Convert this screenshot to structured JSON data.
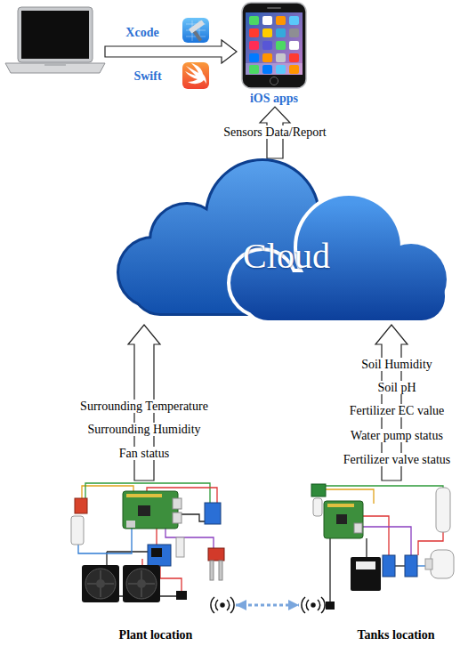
{
  "diagram": {
    "nodes": [
      {
        "text": [
          "iOS apps"
        ]
      },
      {
        "text": [
          "Cloud"
        ]
      },
      {
        "text": [
          "Plant location"
        ]
      },
      {
        "text": [
          "Tanks location"
        ]
      }
    ],
    "edges": [
      {
        "from": 1,
        "to": 0,
        "arrow": "to",
        "label": "Sensors Data/Report"
      },
      {
        "from": 2,
        "to": 1,
        "arrow": "to"
      },
      {
        "from": 3,
        "to": 1,
        "arrow": "to"
      },
      {
        "from": 2,
        "to": 3,
        "arrow": "both"
      }
    ],
    "labels": [
      "Xcode",
      "Swift",
      "Surrounding Temperature",
      "Surrounding Humidity",
      "Fan status",
      "Soil Humidity",
      "Soil pH",
      "Fertilizer EC value",
      "Water pump status",
      "Fertilizer valve status"
    ]
  }
}
